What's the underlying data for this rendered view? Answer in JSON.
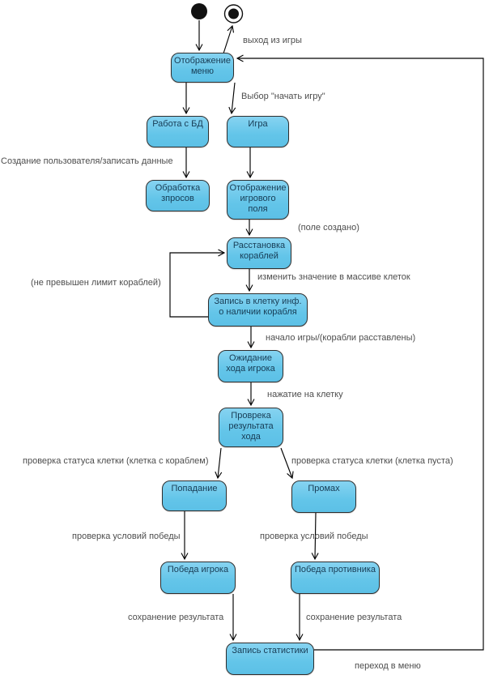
{
  "diagram": {
    "type": "uml-state-diagram",
    "language": "ru",
    "colors": {
      "node_fill_top": "#86d3f1",
      "node_fill_bottom": "#5cc0e6",
      "node_border": "#2e2e2e",
      "node_text": "#173c55",
      "label_text": "#4d4d4d",
      "line": "#000000",
      "background": "#ffffff"
    },
    "markers": {
      "initial_state": "initial-state-filled-circle",
      "final_state": "final-state-ringed-circle"
    },
    "nodes": [
      {
        "id": "display-menu",
        "label": "Отображение меню"
      },
      {
        "id": "db-work",
        "label": "Работа с БД"
      },
      {
        "id": "game",
        "label": "Игра"
      },
      {
        "id": "process-requests",
        "label": "Обработка зпросов"
      },
      {
        "id": "display-field",
        "label": "Отображение игрового поля"
      },
      {
        "id": "ship-placement",
        "label": "Расстановка кораблей"
      },
      {
        "id": "write-cell",
        "label": "Запись в клетку инф. о наличии корабля"
      },
      {
        "id": "wait-move",
        "label": "Ожидание хода игрока"
      },
      {
        "id": "check-result",
        "label": "Проврека результата хода"
      },
      {
        "id": "hit",
        "label": "Попадание"
      },
      {
        "id": "miss",
        "label": "Промах"
      },
      {
        "id": "player-win",
        "label": "Победа игрока"
      },
      {
        "id": "opponent-win",
        "label": "Победа противника"
      },
      {
        "id": "stats",
        "label": "Запись статистики"
      }
    ],
    "edge_labels": [
      {
        "id": "exit-game",
        "text": "выход из игры"
      },
      {
        "id": "choose-start",
        "text": "Выбор \"начать игру\""
      },
      {
        "id": "create-user",
        "text": "Создание пользователя/записать данные"
      },
      {
        "id": "field-created",
        "text": "(поле создано)"
      },
      {
        "id": "change-array",
        "text": "изменить значение в массиве клеток"
      },
      {
        "id": "limit-not-exceeded",
        "text": "(не превышен лимит кораблей)"
      },
      {
        "id": "game-start",
        "text": "начало игры/(корабли расставлены)"
      },
      {
        "id": "cell-click",
        "text": "нажатие на клетку"
      },
      {
        "id": "cell-status-ship",
        "text": "проверка статуса клетки (клетка с кораблем)"
      },
      {
        "id": "cell-status-empty",
        "text": "проверка статуса клетки (клетка пуста)"
      },
      {
        "id": "win-check-left",
        "text": "проверка условий победы"
      },
      {
        "id": "win-check-right",
        "text": "проверка условий победы"
      },
      {
        "id": "save-result-left",
        "text": "сохранение результата"
      },
      {
        "id": "save-result-right",
        "text": "сохранение результата"
      },
      {
        "id": "to-menu",
        "text": "переход в меню"
      }
    ]
  }
}
